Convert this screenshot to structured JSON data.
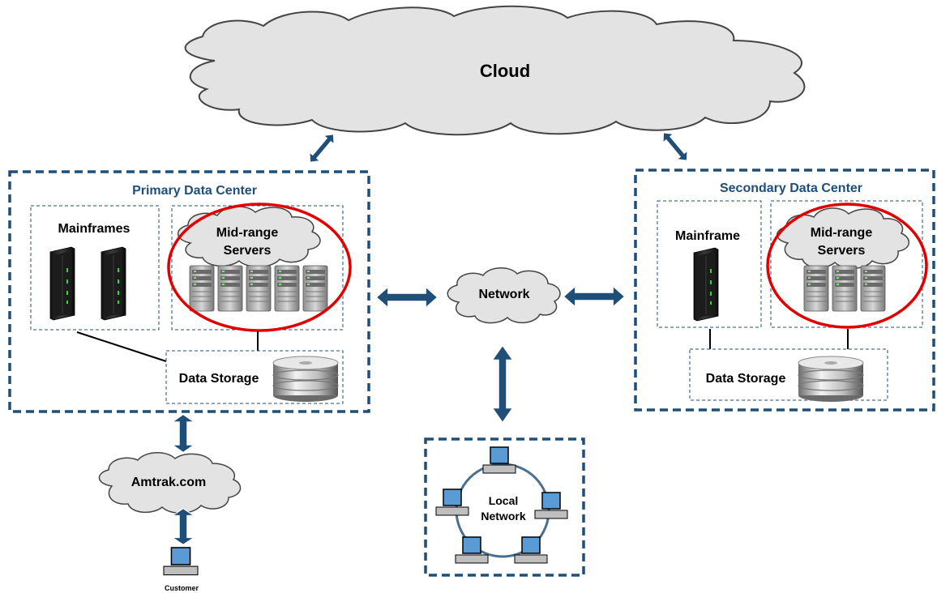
{
  "cloud": {
    "label": "Cloud"
  },
  "primary": {
    "title": "Primary Data Center",
    "mainframes_label": "Mainframes",
    "servers_label_1": "Mid-range",
    "servers_label_2": "Servers",
    "storage_label": "Data Storage"
  },
  "secondary": {
    "title": "Secondary Data Center",
    "mainframe_label": "Mainframe",
    "servers_label_1": "Mid-range",
    "servers_label_2": "Servers",
    "storage_label": "Data Storage"
  },
  "network": {
    "label": "Network"
  },
  "amtrak": {
    "label": "Amtrak.com"
  },
  "customer": {
    "label": "Customer"
  },
  "local_network": {
    "label_1": "Local",
    "label_2": "Network"
  },
  "colors": {
    "box_border": "#1f4e79",
    "arrow": "#1f4e79",
    "highlight": "#e00000",
    "monitor": "#5b9bd5"
  }
}
